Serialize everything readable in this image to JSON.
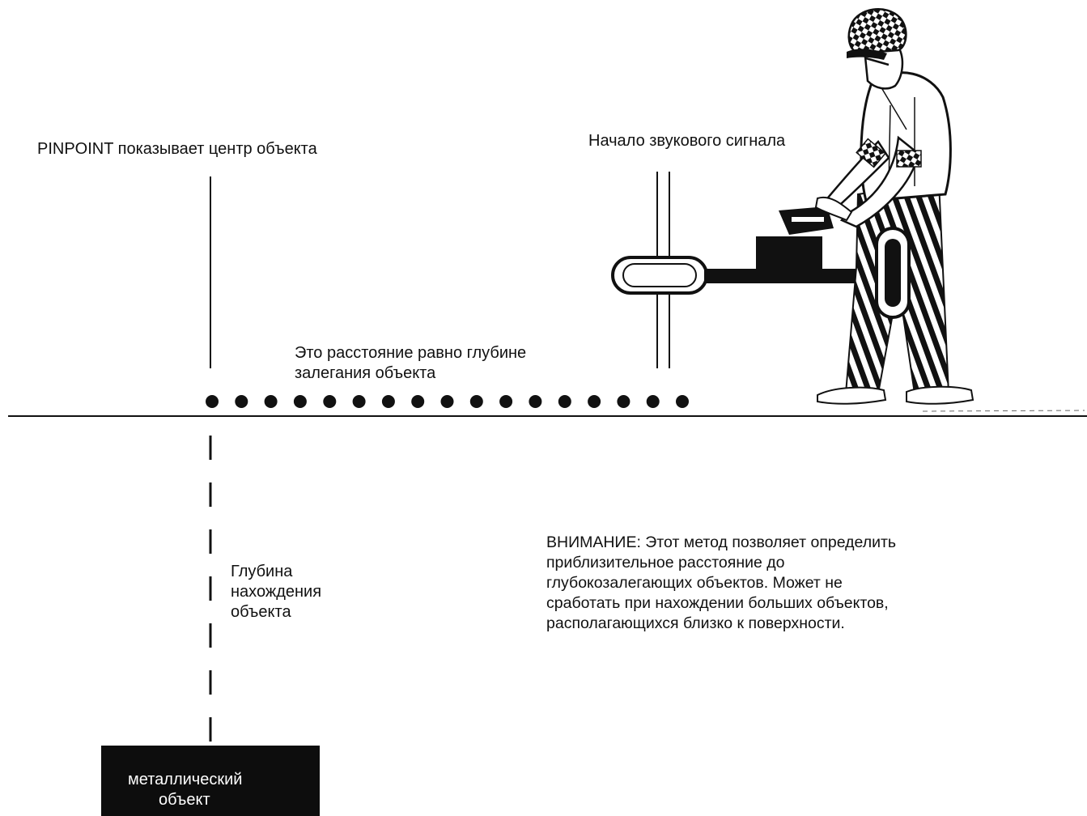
{
  "labels": {
    "pinpoint": "PINPOINT показывает центр объекта",
    "signal_start": "Начало звукового сигнала",
    "distance_line1": "Это расстояние равно глубине",
    "distance_line2": "залегания объекта",
    "depth_line1": "Глубина",
    "depth_line2": "нахождения",
    "depth_line3": "объекта",
    "warning_line1": "ВНИМАНИЕ: Этот метод позволяет определить",
    "warning_line2": "приблизительное расстояние до",
    "warning_line3": "глубокозалегающих объектов. Может не",
    "warning_line4": "сработать при нахождении больших объектов,",
    "warning_line5": "располагающихся близко к поверхности.",
    "metal_line1": "металлический",
    "metal_line2": "объект"
  },
  "colors": {
    "ink": "#111111",
    "object_fill": "#0d0d0d",
    "object_text": "#ffffff"
  },
  "icons": {
    "figure": "person-with-metal-detector-icon"
  },
  "dot_count": 17
}
